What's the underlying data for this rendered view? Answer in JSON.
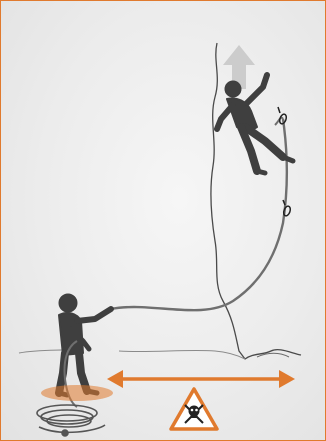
{
  "figure": {
    "accent_color": "#e07a2e",
    "silhouette_color": "#3f3f3f",
    "rope_color": "#6f6f6f",
    "arrow_up_color": "#c8c8c8",
    "icons": [
      "up-arrow-icon",
      "climber-figure",
      "quickdraw-icon",
      "belayer-figure",
      "rope-coil",
      "distance-arrow-icon",
      "skull-warning-icon"
    ],
    "warning": "danger"
  }
}
